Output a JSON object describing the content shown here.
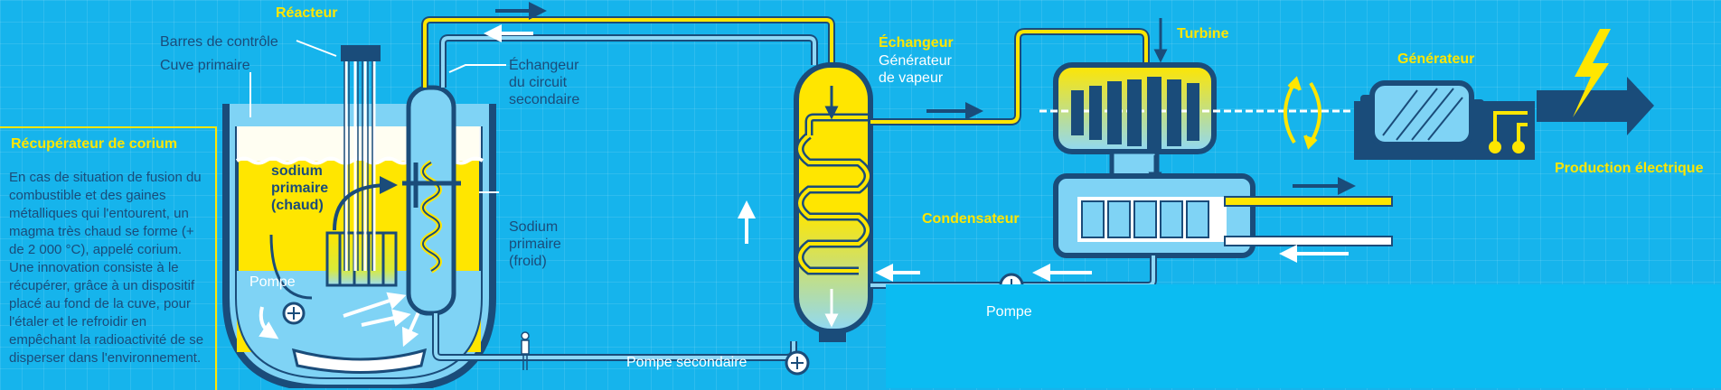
{
  "reactor": {
    "title": "Réacteur",
    "control_rods_label": "Barres de contrôle",
    "primary_vessel_label": "Cuve primaire",
    "hot_sodium_label": [
      "sodium",
      "primaire",
      "(chaud)"
    ],
    "pump_label": "Pompe",
    "secondary_exchanger_label": [
      "Échangeur",
      "du circuit",
      "secondaire"
    ],
    "cold_sodium_label": [
      "Sodium",
      "primaire",
      "(froid)"
    ]
  },
  "corium": {
    "title": "Récupérateur de corium",
    "text": "En cas de situation de fusion du combustible et des gaines métalliques qui l'entourent, un magma très chaud se forme (+ de 2 000 °C), appelé corium. Une innovation consiste à le récupérer, grâce à un dispositif placé au fond de la cuve, pour l'étaler et le refroidir en empêchant la radioactivité de se disperser dans l'environnement."
  },
  "exchanger": {
    "title": "Échangeur",
    "subtitle": [
      "Générateur",
      "de vapeur"
    ],
    "secondary_pump_label": "Pompe secondaire"
  },
  "turbine": {
    "title": "Turbine"
  },
  "generator": {
    "title": "Générateur"
  },
  "condenser": {
    "title": "Condensateur",
    "pump_label": "Pompe"
  },
  "output": {
    "label": "Production électrique"
  },
  "colors": {
    "background": "#16b4ec",
    "accent_yellow": "#ffe600",
    "dark_blue": "#1a4c7a",
    "light_blue": "#7fd3f5",
    "white": "#ffffff"
  },
  "icons": [
    "lightning-bolt-icon",
    "rotation-arrows-icon",
    "pump-icon",
    "person-icon",
    "flow-arrow-icon"
  ]
}
